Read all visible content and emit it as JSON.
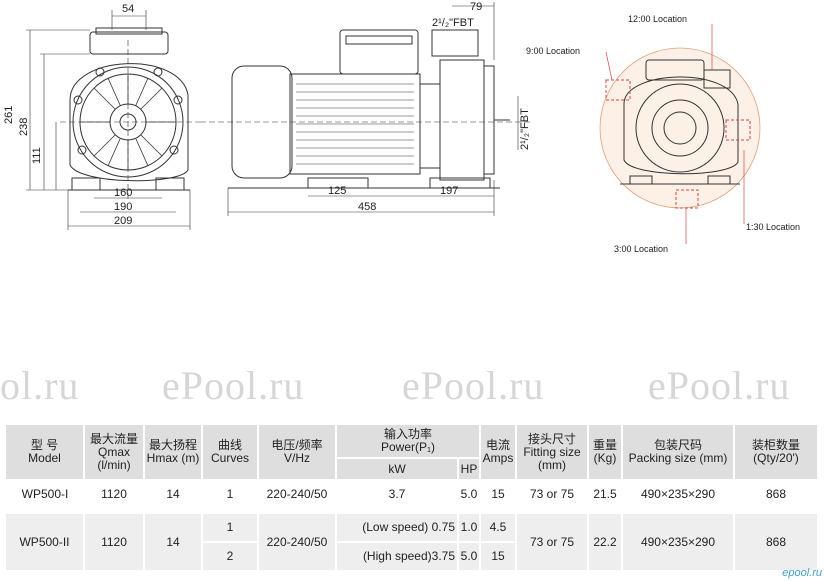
{
  "drawing": {
    "front_dims": {
      "top_width": "54",
      "height_total": "261",
      "height_mid": "238",
      "height_axis": "111",
      "base_inner": "160",
      "base_mid": "190",
      "base_outer": "209"
    },
    "side_dims": {
      "port_offset": "79",
      "port_top": "2¹/₂\"FBT",
      "port_side": "2¹/₂\"FBT",
      "base_span": "125",
      "front_span": "197",
      "total_length": "458"
    },
    "locations": {
      "twelve": "12:00 Location",
      "nine": "9:00 Location",
      "three": "3:00 Location",
      "one_thirty": "1:30 Location"
    }
  },
  "watermarks": [
    "ol.ru",
    "ePool.ru",
    "ePool.ru",
    "ePool.ru"
  ],
  "table": {
    "headers": {
      "model": {
        "zh": "型 号",
        "en": "Model"
      },
      "qmax": {
        "zh": "最大流量",
        "en": "Qmax (l/min)"
      },
      "hmax": {
        "zh": "最大扬程",
        "en": "Hmax (m)"
      },
      "curves": {
        "zh": "曲线",
        "en": "Curves"
      },
      "voltage": {
        "zh": "电压/频率",
        "en": "V/Hz"
      },
      "power": {
        "zh": "输入功率",
        "en": "Power(P₁)"
      },
      "kw": "kW",
      "hp": "HP",
      "amps": {
        "zh": "电流",
        "en": "Amps"
      },
      "fitting": {
        "zh": "接头尺寸",
        "en": "Fitting size (mm)"
      },
      "weight": {
        "zh": "重量",
        "en": "(Kg)"
      },
      "packing": {
        "zh": "包装尺码",
        "en": "Packing size (mm)"
      },
      "container": {
        "zh": "装柜数量",
        "en": "(Qty/20')"
      }
    },
    "rows": [
      {
        "model": "WP500-I",
        "qmax": "1120",
        "hmax": "14",
        "curve": "1",
        "voltage": "220-240/50",
        "kw": "3.7",
        "hp": "5.0",
        "amps": "15",
        "fitting": "73 or 75",
        "weight": "21.5",
        "packing": "490×235×290",
        "qty": "868"
      },
      {
        "model": "WP500-II",
        "qmax": "1120",
        "hmax": "14",
        "curve": "1",
        "voltage": "220-240/50",
        "kw": "(Low speed) 0.75",
        "hp": "1.0",
        "amps": "4.5",
        "fitting": "73 or 75",
        "weight": "22.2",
        "packing": "490×235×290",
        "qty": "868",
        "curve2": "2",
        "kw2": "(High speed)3.75",
        "hp2": "5.0",
        "amps2": "15"
      }
    ]
  },
  "logo": "epool.ru"
}
